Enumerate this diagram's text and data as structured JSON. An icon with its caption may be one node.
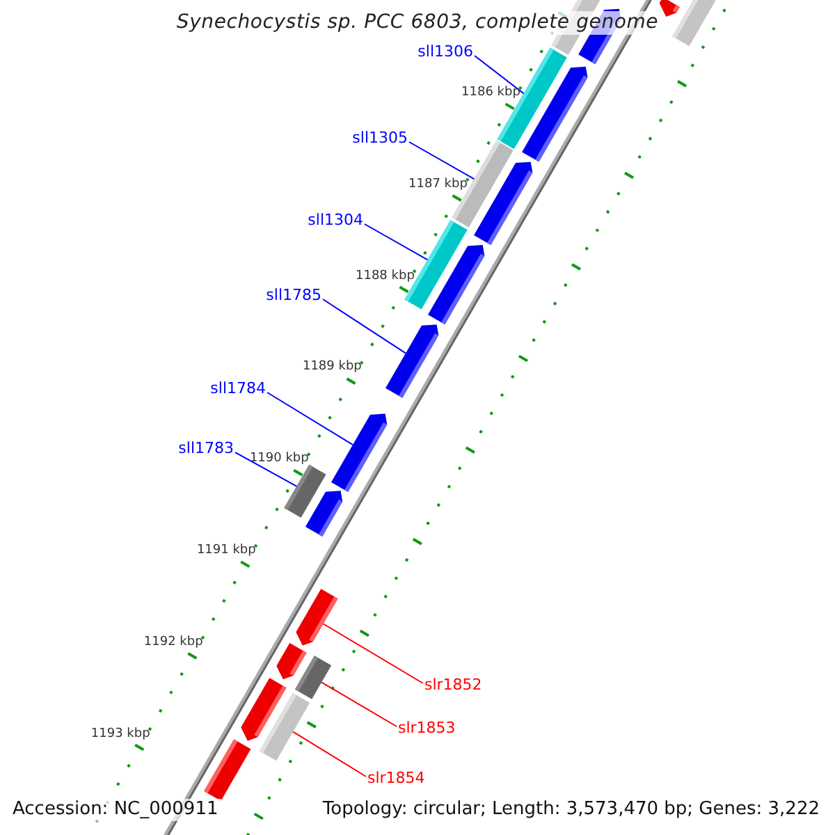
{
  "diagram": {
    "title": "Synechocystis sp. PCC 6803, complete genome",
    "nodes": [
      {
        "text": [
          "sll1306"
        ]
      },
      {
        "text": [
          "sll1305"
        ]
      },
      {
        "text": [
          "sll1304"
        ]
      },
      {
        "text": [
          "sll1785"
        ]
      },
      {
        "text": [
          "sll1784"
        ]
      },
      {
        "text": [
          "sll1783"
        ]
      },
      {
        "text": [
          "slr1852"
        ]
      },
      {
        "text": [
          "slr1853"
        ]
      },
      {
        "text": [
          "slr1854"
        ]
      },
      {
        "text": [],
        "shape": "bar"
      },
      {
        "text": [],
        "shape": "bar"
      },
      {
        "text": [],
        "shape": "bar"
      },
      {
        "text": [],
        "shape": "bar"
      },
      {
        "text": [],
        "shape": "bar"
      },
      {
        "text": [],
        "shape": "bar"
      },
      {
        "text": [],
        "shape": "bar"
      },
      {
        "text": [],
        "shape": "bar"
      },
      {
        "text": [],
        "shape": "bar"
      },
      {
        "text": [],
        "shape": "bar"
      },
      {
        "text": [],
        "shape": "bar"
      },
      {
        "text": [],
        "shape": "bar"
      },
      {
        "text": [],
        "shape": "bar"
      },
      {
        "text": [],
        "shape": "bar"
      },
      {
        "text": [],
        "shape": "bar"
      },
      {
        "text": [],
        "shape": "bar"
      },
      {
        "text": [],
        "shape": "bar"
      },
      {
        "text": [],
        "shape": "bar"
      },
      {
        "text": [],
        "shape": "bar"
      },
      {
        "text": [],
        "shape": "bar"
      }
    ],
    "edges": [
      {
        "from": 0,
        "to": 14,
        "arrow": "none",
        "color": "#0000ff"
      },
      {
        "from": 1,
        "to": 16,
        "arrow": "none",
        "color": "#0000ff"
      },
      {
        "from": 2,
        "to": 18,
        "arrow": "none",
        "color": "#0000ff"
      },
      {
        "from": 3,
        "to": 19,
        "arrow": "none",
        "color": "#0000ff"
      },
      {
        "from": 4,
        "to": 20,
        "arrow": "none",
        "color": "#0000ff"
      },
      {
        "from": 5,
        "to": 21,
        "arrow": "none",
        "color": "#0000ff"
      },
      {
        "from": 6,
        "to": 23,
        "arrow": "none",
        "color": "#ff0000"
      },
      {
        "from": 7,
        "to": 25,
        "arrow": "none",
        "color": "#ff0000"
      },
      {
        "from": 8,
        "to": 27,
        "arrow": "none",
        "color": "#ff0000"
      }
    ],
    "labels": [
      "1186 kbp",
      "1187 kbp",
      "1188 kbp",
      "1189 kbp",
      "1190 kbp",
      "1191 kbp",
      "1192 kbp",
      "1193 kbp",
      "Accession: NC_000911",
      "Topology: circular; Length: 3,573,470 bp; Genes: 3,222"
    ]
  }
}
